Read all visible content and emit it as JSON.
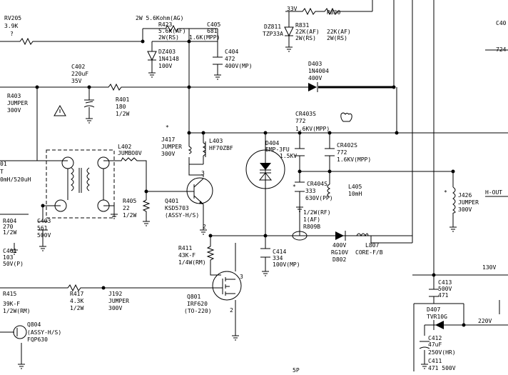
{
  "diagram": {
    "labels": {
      "rv205_name": "RV205",
      "rv205_val": "3.9K",
      "rv205_q": "?",
      "r423_t1": "2W 5.6Kohm(AG)",
      "r423_t2": "R423",
      "r423_t3": "5.6K(AF)",
      "r423_t4": "2W(RS)",
      "c405_name": "C405",
      "c405_val": "681",
      "c405_rating": "1.6K(MPP)",
      "v33": "33V",
      "dz811_name": "DZ811",
      "dz811_val": "TZP33A",
      "r831_name": "R831",
      "r831_val": "22K(AF)",
      "r831_p": "2W(RS)",
      "r830_name": "R830",
      "r830_val": "22K(AF)",
      "r830_p": "2W(RS)",
      "c402_name": "C402",
      "c402_val": "220uF",
      "c402_v": "35V",
      "dz403_name": "DZ403",
      "dz403_val": "1N4148",
      "dz403_v": "100V",
      "c404_name": "C404",
      "c404_val": "472",
      "c404_v": "400V(MP)",
      "d403_name": "D403",
      "d403_val": "1N4004",
      "d403_v": "400V",
      "r403_name": "R403",
      "r403_val": "JUMPER",
      "r403_v": "300V",
      "r401_name": "R401",
      "r401_val": "180",
      "r401_p": "1/2W",
      "cr403s_name": "CR403S",
      "cr403s_val": "772",
      "cr403s_v": "1.6KV(MPP)",
      "j417_name": "J417",
      "j417_val": "JUMPER",
      "j417_v": "300V",
      "l403_name": "L403",
      "l403_val": "HF70ZBF",
      "d404_name": "D404",
      "d404_val": "EMP-3FU",
      "d404_v": "1.5KV",
      "cr402s_name": "CR402S",
      "cr402s_val": "772",
      "cr402s_v": "1.6KV(MPP)",
      "l402_name": "L402",
      "l402_val": "JUMBO0V",
      "t401_a": "01",
      "t401_b": "T",
      "t401_c": "0mH/520uH",
      "cr404s_name": "CR404S",
      "cr404s_val": "333",
      "cr404s_v": "630V(PP)",
      "l405_name": "L405",
      "l405_val": "10mH",
      "j426_name": "J426",
      "j426_val": "JUMPER",
      "j426_v": "300V",
      "r405_name": "R405",
      "r405_val": "22",
      "r405_p": "1/2W",
      "q401_name": "Q401",
      "q401_val": "KSD5703",
      "q401_note": "(ASSY-H/S)",
      "r404_name": "R404",
      "r404_val": "270",
      "r404_p": "1/2W",
      "c403_name": "C403",
      "c403_val": "561",
      "c403_v": "500V",
      "r809b_p": "1/2W(RF)",
      "r809b_t": "1(AF)",
      "r809b_name": "R809B",
      "c401_name": "C401",
      "c401_val": "103",
      "c401_v": "50V(P)",
      "r411_name": "R411",
      "r411_val": "43K-F",
      "r411_p": "1/4W(RM)",
      "c414_name": "C414",
      "c414_val": "334",
      "c414_v": "100V(MP)",
      "d802_v": "400V",
      "d802_val": "RG10V",
      "d802_name": "D802",
      "l807_name": "L807",
      "l807_val": "CORE-F/B",
      "v130": "130V",
      "c413_name": "C413",
      "c413_v": "500V",
      "c413_val": "471",
      "r415_name": "R415",
      "r415_val": "39K-F",
      "r415_p": "1/2W(RM)",
      "r417_name": "R417",
      "r417_val": "4.3K",
      "r417_p": "1/2W",
      "j192_name": "J192",
      "j192_val": "JUMPER",
      "j192_v": "300V",
      "q801_name": "Q801",
      "q801_val": "IRF620",
      "q801_pkg": "(TO-220)",
      "d407_name": "D407",
      "d407_val": "TVR10G",
      "v220": "220V",
      "c412_name": "C412",
      "c412_val": "47uF",
      "c412_v": "250V(HR)",
      "q804_name": "Q804",
      "q804_note": "(ASSY-H/S)",
      "q804_val": "FQP630",
      "c411_name": "C411",
      "c411_val": "471 500V",
      "c40_edge": "C40",
      "v724": "724",
      "hout": "H-OUT",
      "sp": "5P",
      "pin3a": "3",
      "pin2": "2",
      "pin3b": "3",
      "pin2b": "2",
      "star1": "*",
      "star2": "*",
      "star3": "*"
    }
  }
}
